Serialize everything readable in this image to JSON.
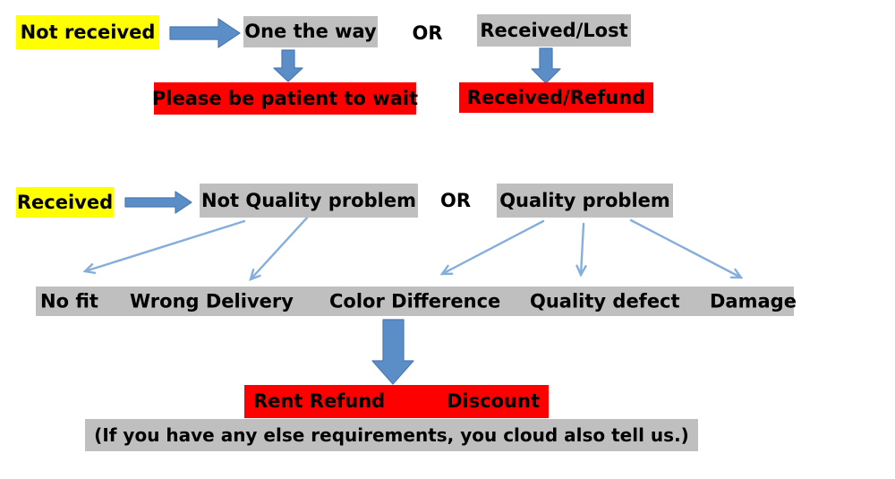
{
  "colors": {
    "highlight_yellow": "#ffff00",
    "box_gray": "#bfbfbf",
    "box_red": "#ff0000",
    "arrow_blue": "#5b8dc6",
    "arrow_blue_dark": "#4a7ab5",
    "arrow_light_blue": "#85aedd",
    "text_black": "#000000"
  },
  "flow1": {
    "start": "Not received",
    "option1": "One the way",
    "or": "OR",
    "option2": "Received/Lost",
    "result1": "Please be patient to wait",
    "result2": "Received/Refund"
  },
  "flow2": {
    "start": "Received",
    "option1": "Not Quality problem",
    "or": "OR",
    "option2": "Quality problem",
    "categories": [
      "No fit",
      "Wrong Delivery",
      "Color Difference",
      "Quality defect",
      "Damage"
    ],
    "result_left": "Rent Refund",
    "result_right": "Discount",
    "note": "(If you have any else requirements, you cloud also tell us.)"
  }
}
